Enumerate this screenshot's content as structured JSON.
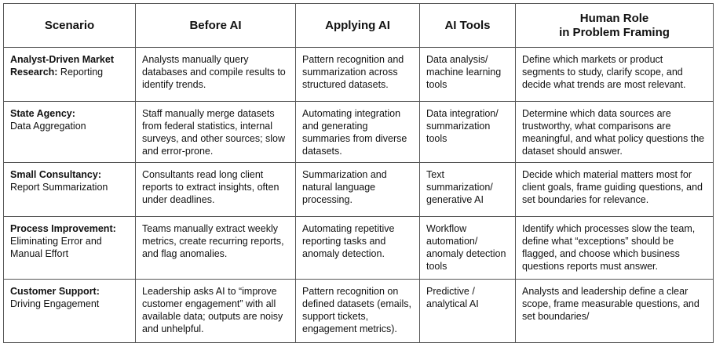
{
  "table": {
    "headers": [
      "Scenario",
      "Before AI",
      "Applying AI",
      "AI Tools",
      "Human Role\nin Problem Framing"
    ],
    "rows": [
      {
        "scenario_bold": "Analyst-Driven Market Research:",
        "scenario_rest": " Reporting",
        "before": "Analysts manually query databases and compile results to identify trends.",
        "applying": "Pattern recognition and summarization across structured datasets.",
        "tools": "Data analysis/ machine learning tools",
        "human": "Define which markets or product segments to study, clarify scope, and decide what trends are most relevant."
      },
      {
        "scenario_bold": "State Agency:",
        "scenario_rest": " Data Aggregation",
        "before": "Staff manually merge datasets from federal statistics, internal surveys, and other sources; slow and error-prone.",
        "applying": "Automating integration and generating summaries from diverse datasets.",
        "tools": "Data integration/ summarization tools",
        "human": "Determine which data sources are trustworthy, what comparisons are meaningful, and what policy questions the dataset should answer."
      },
      {
        "scenario_bold": "Small Consultancy:",
        "scenario_rest": " Report Summarization",
        "before": "Consultants read long client reports to extract insights, often under deadlines.",
        "applying": "Summarization and natural language processing.",
        "tools": "Text summarization/ generative AI",
        "human": "Decide which material matters most for client goals, frame guiding questions, and set boundaries for relevance."
      },
      {
        "scenario_bold": "Process Improvement:",
        "scenario_rest": " Eliminating Error and Manual Effort",
        "before": "Teams manually extract weekly metrics, create recurring reports, and flag anomalies.",
        "applying": "Automating repetitive reporting tasks and anomaly detection.",
        "tools": "Workflow automation/ anomaly detection tools",
        "human": "Identify which processes slow the team, define what “exceptions” should be flagged, and choose which business questions reports must answer."
      },
      {
        "scenario_bold": "Customer Support:",
        "scenario_rest": " Driving Engagement",
        "before": "Leadership asks AI to “improve customer engagement” with all available data; outputs are noisy and unhelpful.",
        "applying": "Pattern recognition on defined datasets (emails, support tickets, engagement metrics).",
        "tools": "Predictive / analytical AI",
        "human": "Analysts and leadership define a clear scope, frame measurable questions, and set boundaries/"
      }
    ]
  }
}
